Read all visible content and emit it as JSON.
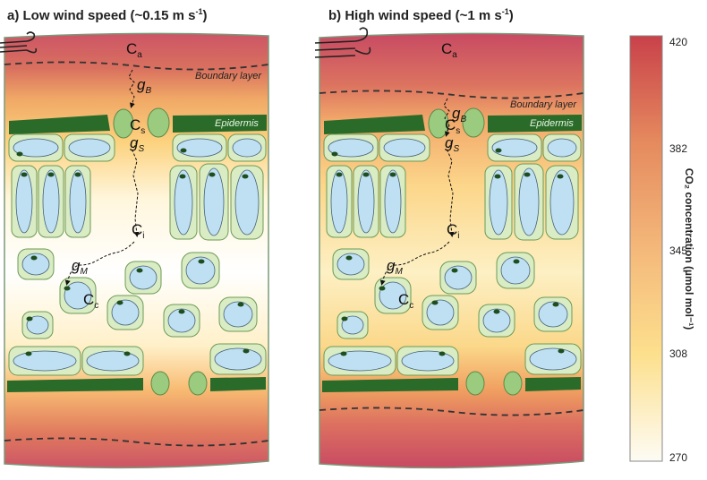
{
  "panels": [
    {
      "title_main": "a) Low wind speed (~0.15 m s",
      "title_sup": "-1",
      "title_end": ")"
    },
    {
      "title_main": "b) High wind speed (~1 m s",
      "title_sup": "-1",
      "title_end": ")"
    }
  ],
  "labels": {
    "ca": "C",
    "ca_sub": "a",
    "gb": "g",
    "gb_sub": "B",
    "cs": "C",
    "cs_sub": "s",
    "gs": "g",
    "gs_sub": "S",
    "ci": "C",
    "ci_sub": "i",
    "gm": "g",
    "gm_sub": "M",
    "cc": "C",
    "cc_sub": "c",
    "boundary": "Boundary layer",
    "epidermis": "Epidermis"
  },
  "colorbar": {
    "ticks": [
      "420",
      "382",
      "345",
      "308",
      "270"
    ],
    "label": "CO₂ concentration (µmol mol⁻¹)",
    "colors": [
      "#c9414a",
      "#e58a5e",
      "#f4b87a",
      "#fde08e",
      "#fdfbf4"
    ]
  }
}
